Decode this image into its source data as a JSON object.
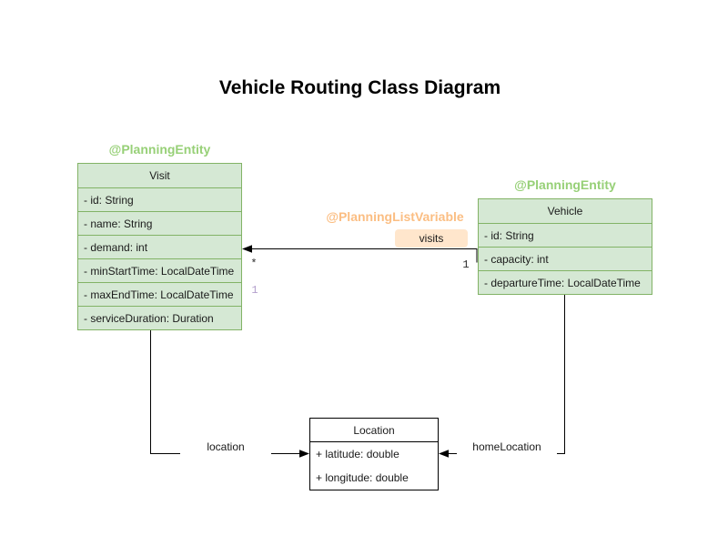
{
  "title": "Vehicle Routing Class Diagram",
  "colors": {
    "entity_fill": "#d5e8d4",
    "entity_border": "#82b366",
    "annotation_green": "#97d077",
    "annotation_orange": "#fbbe83",
    "edge_label_fill": "#ffe6cc",
    "index_purple": "#b4a0cd",
    "plain_class_border": "#000000",
    "edge_stroke": "#000000"
  },
  "classes": {
    "visit": {
      "annotation": "@PlanningEntity",
      "name": "Visit",
      "fields": [
        "- id: String",
        "- name: String",
        "- demand: int",
        "- minStartTime: LocalDateTime",
        "- maxEndTime: LocalDateTime",
        "- serviceDuration: Duration"
      ]
    },
    "vehicle": {
      "annotation": "@PlanningEntity",
      "name": "Vehicle",
      "fields": [
        "- id: String",
        "- capacity: int",
        "- departureTime: LocalDateTime"
      ]
    },
    "location": {
      "name": "Location",
      "fields": [
        "+ latitude: double",
        "+ longitude: double"
      ]
    }
  },
  "edges": {
    "visits": {
      "annotation": "@PlanningListVariable",
      "label": "visits",
      "target_multiplicity": "*",
      "source_multiplicity": "1",
      "index_label": "1"
    },
    "location": {
      "label": "location"
    },
    "home_location": {
      "label": "homeLocation"
    }
  }
}
